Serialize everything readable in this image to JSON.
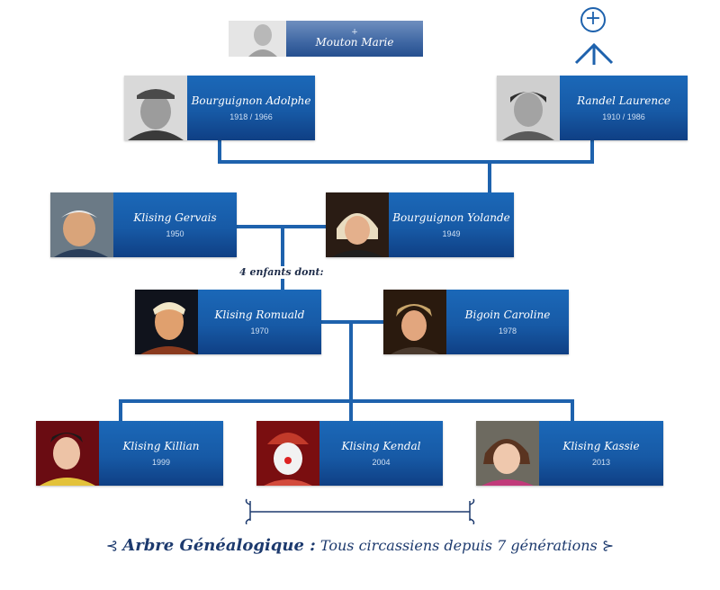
{
  "tree": {
    "top": {
      "name": "Mouton Marie",
      "cross": "+"
    },
    "grandparents": [
      {
        "name": "Bourguignon Adolphe",
        "dates": "1918 / 1966"
      },
      {
        "name": "Randel Laurence",
        "dates": "1910 / 1986"
      }
    ],
    "parents": [
      {
        "name": "Klising Gervais",
        "dates": "1950"
      },
      {
        "name": "Bourguignon Yolande",
        "dates": "1949"
      }
    ],
    "children_note": "4 enfants dont:",
    "couple": [
      {
        "name": "Klising Romuald",
        "dates": "1970"
      },
      {
        "name": "Bigoin Caroline",
        "dates": "1978"
      }
    ],
    "grandchildren": [
      {
        "name": "Klising Killian",
        "dates": "1999"
      },
      {
        "name": "Klising Kendal",
        "dates": "2004"
      },
      {
        "name": "Klising Kassie",
        "dates": "2013"
      }
    ]
  },
  "controls": {
    "expand_symbol": "+"
  },
  "footer": {
    "title": "Arbre Généalogique :",
    "subtitle": "Tous circassiens depuis 7 générations",
    "ornament_left": "⊰",
    "ornament_right": "⊱"
  },
  "colors": {
    "card_blue": "#175aa6",
    "line_blue": "#1e62ad",
    "text_dark": "#1d3a6e"
  }
}
